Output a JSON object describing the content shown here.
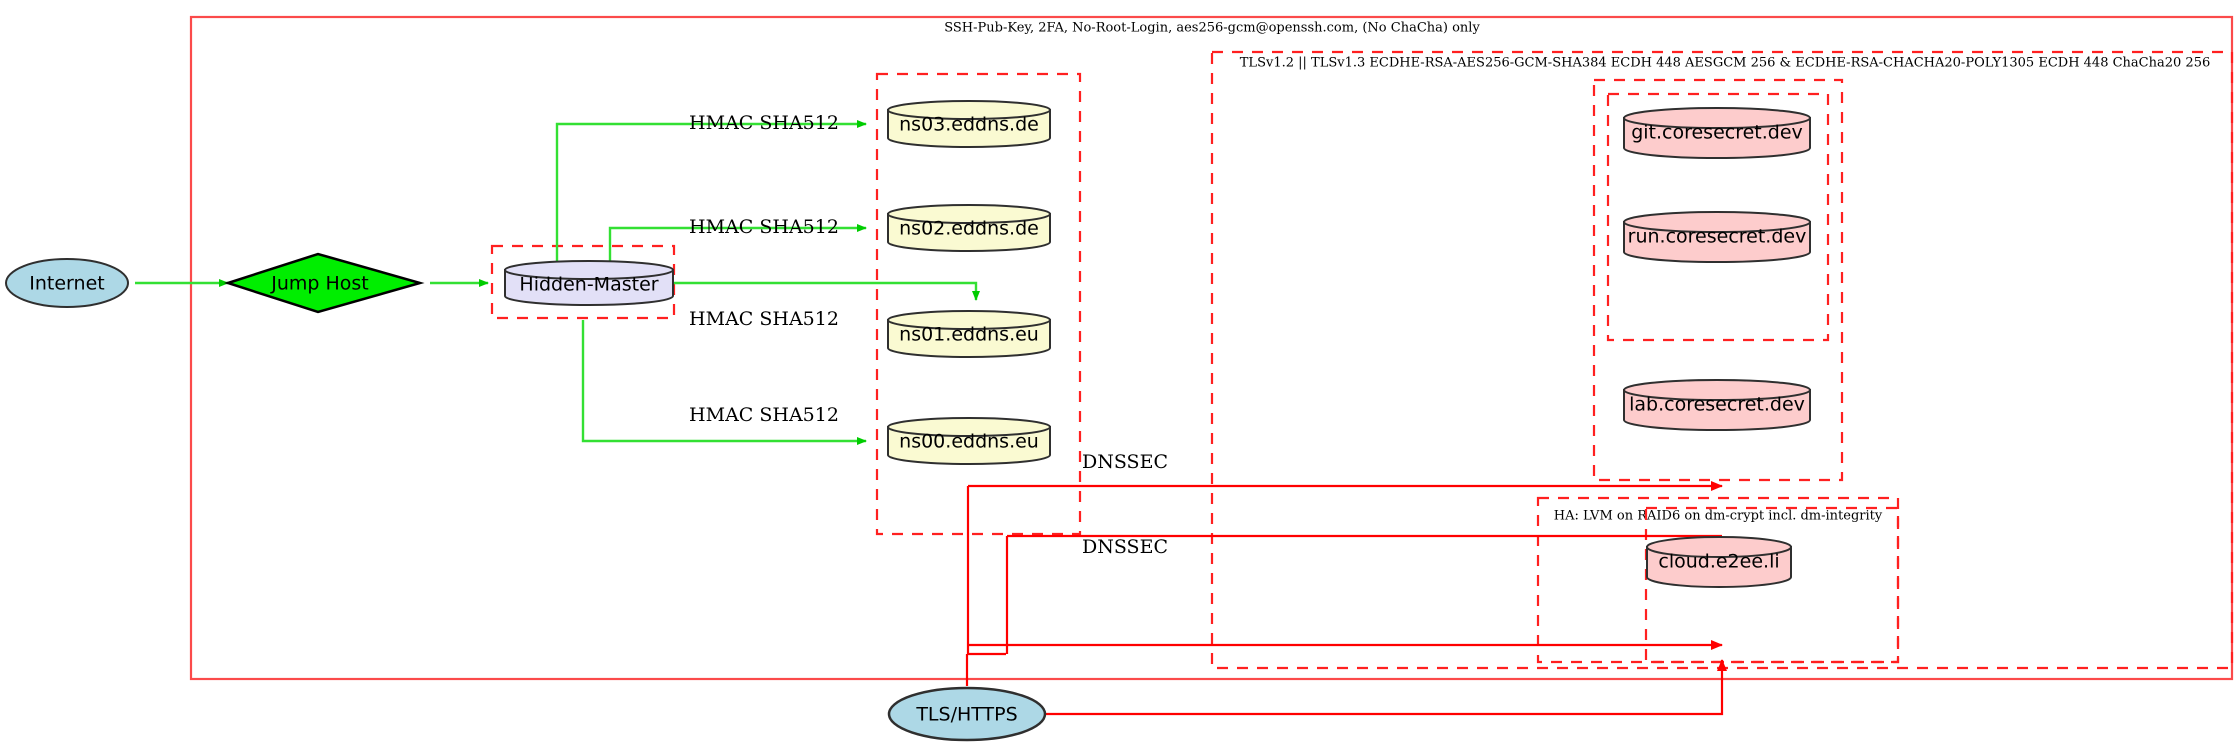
{
  "diagram": {
    "title_label": "SSH-Pub-Key, 2FA, No-Root-Login, aes256-gcm@openssh.com, (No ChaCha) only",
    "colors": {
      "red": "#ff0000",
      "red_solid": "#fb4a4a",
      "green_edge": "#33e033",
      "internet_fill": "#add8e6",
      "jump_host_fill": "#00ee00",
      "hidden_master_fill": "#e2e0f7",
      "ns_fill": "#fafad2",
      "service_fill": "#fdcccc",
      "stroke": "#2f2f2f"
    }
  },
  "clusters": [
    {
      "id": "ssh-boundary",
      "label": "SSH-Pub-Key, 2FA, No-Root-Login, aes256-gcm@openssh.com, (No ChaCha) only"
    },
    {
      "id": "tls-boundary",
      "label": "TLSv1.2 || TLSv1.3 ECDHE-RSA-AES256-GCM-SHA384 ECDH 448 AESGCM 256 & ECDHE-RSA-CHACHA20-POLY1305 ECDH 448 ChaCha20 256"
    },
    {
      "id": "ha-boundary",
      "label": "HA: LVM on RAID6 on dm-crypt incl. dm-integrity"
    }
  ],
  "nodes": {
    "internet": {
      "label": "Internet",
      "shape": "ellipse",
      "fill": "#add8e6"
    },
    "jump_host": {
      "label": "Jump Host",
      "shape": "diamond",
      "fill": "#00ee00"
    },
    "hidden_master": {
      "label": "Hidden-Master",
      "shape": "cylinder",
      "fill": "#e2e0f7"
    },
    "ns03": {
      "label": "ns03.eddns.de",
      "shape": "cylinder",
      "fill": "#fafad2"
    },
    "ns02": {
      "label": "ns02.eddns.de",
      "shape": "cylinder",
      "fill": "#fafad2"
    },
    "ns01": {
      "label": "ns01.eddns.eu",
      "shape": "cylinder",
      "fill": "#fafad2"
    },
    "ns00": {
      "label": "ns00.eddns.eu",
      "shape": "cylinder",
      "fill": "#fafad2"
    },
    "git": {
      "label": "git.coresecret.dev",
      "shape": "cylinder",
      "fill": "#fdcccc"
    },
    "run": {
      "label": "run.coresecret.dev",
      "shape": "cylinder",
      "fill": "#fdcccc"
    },
    "lab": {
      "label": "lab.coresecret.dev",
      "shape": "cylinder",
      "fill": "#fdcccc"
    },
    "cloud": {
      "label": "cloud.e2ee.li",
      "shape": "cylinder",
      "fill": "#fdcccc"
    },
    "tls_https": {
      "label": "TLS/HTTPS",
      "shape": "ellipse",
      "fill": "#add8e6"
    }
  },
  "edge_labels": {
    "hmac_ns03": "HMAC SHA512",
    "hmac_ns02": "HMAC SHA512",
    "hmac_ns01": "HMAC SHA512",
    "hmac_ns00": "HMAC SHA512",
    "dnssec_upper": "DNSSEC",
    "dnssec_lower": "DNSSEC"
  }
}
